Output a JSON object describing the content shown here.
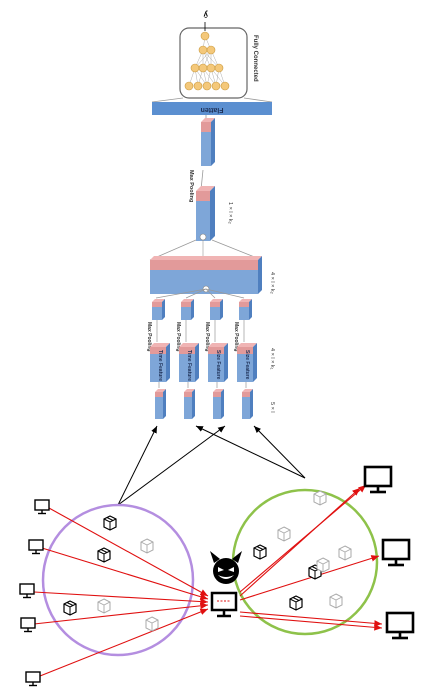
{
  "labels": {
    "output": "ŷ",
    "fully_connected": "Fully Connected",
    "flatten": "Flatten",
    "max_pooling_top": "Max Pooling",
    "dim_top": "1 × l × k₂",
    "dim_merge": "4 × l × k₂",
    "dim_branch": "4 × l × k₁",
    "dim_input": "5 × l",
    "branches": [
      {
        "pool": "Max Pooling",
        "feature": "Time Feature"
      },
      {
        "pool": "Max Pooling",
        "feature": "Time Feature"
      },
      {
        "pool": "Max Pooling",
        "feature": "Size Feature"
      },
      {
        "pool": "Max Pooling",
        "feature": "Size Feature"
      }
    ]
  },
  "colors": {
    "block_blue": "#7ea6d8",
    "block_red": "#e29a9a",
    "flatten_bar": "#5b8fd0",
    "neuron": "#f4c87a",
    "ingress_circle": "#b48ee0",
    "egress_circle": "#8ec24a",
    "flow_arrow": "#e01010"
  },
  "icons": {
    "attacker": "devil-face-icon",
    "host": "computer-icon",
    "packet": "packet-icon"
  }
}
